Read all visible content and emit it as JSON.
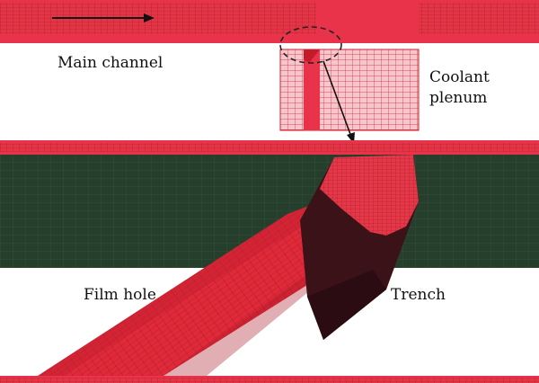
{
  "labels": {
    "main_channel": "Main channel",
    "coolant_plenum_line1": "Coolant",
    "coolant_plenum_line2": "plenum",
    "film_hole": "Film hole",
    "trench": "Trench"
  },
  "colors": {
    "mesh_red": "#e02a3a",
    "mesh_line": "#b01828",
    "mesh_dense": "#e8334a",
    "mesh_green": "#24402c",
    "trench_dark": "#3a1218",
    "arrow": "#111111",
    "background": "#ffffff"
  },
  "icons": {
    "flow_arrow": "right-arrow-icon",
    "zoom_callout": "dashed-ellipse-callout"
  }
}
